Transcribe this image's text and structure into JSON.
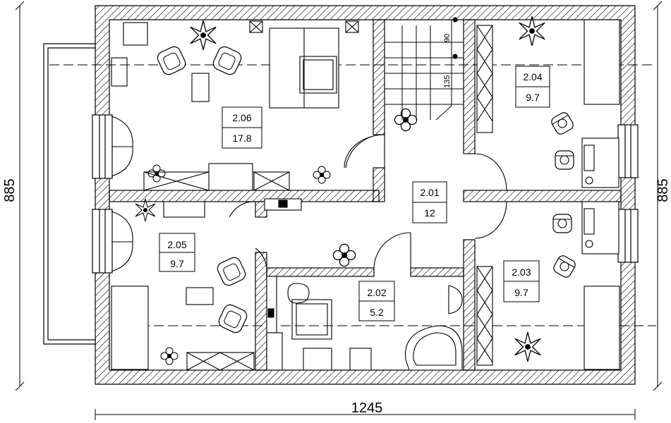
{
  "dimensions": {
    "width": "1245",
    "height_left": "885",
    "height_right": "885",
    "stair_a": "90",
    "stair_b": "135"
  },
  "rooms": [
    {
      "id": "2.06",
      "area": "17.8"
    },
    {
      "id": "2.04",
      "area": "9.7"
    },
    {
      "id": "2.01",
      "area": "12"
    },
    {
      "id": "2.05",
      "area": "9.7"
    },
    {
      "id": "2.02",
      "area": "5.2"
    },
    {
      "id": "2.03",
      "area": "9.7"
    }
  ],
  "colors": {
    "line": "#000000",
    "background": "#ffffff"
  },
  "icons": [
    "plant-icon",
    "armchair-icon",
    "bed-icon",
    "desk-chair-icon",
    "toilet-icon",
    "bathtub-icon",
    "sink-icon",
    "door-swing-icon",
    "window-icon",
    "staircase-icon"
  ]
}
